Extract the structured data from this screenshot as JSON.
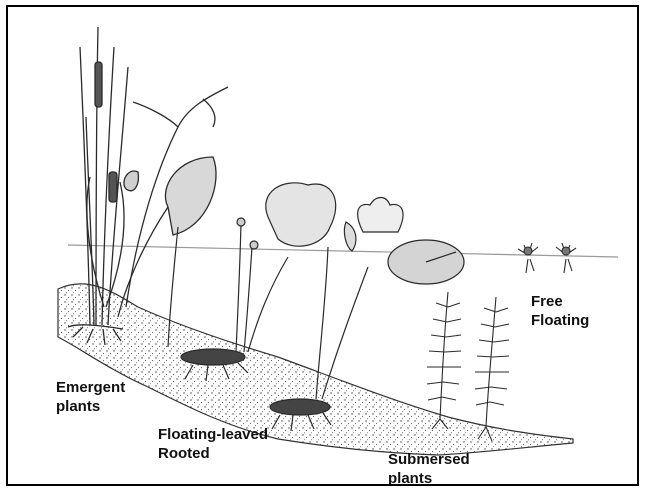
{
  "labels": {
    "emergent": {
      "line1": "Emergent",
      "line2": "plants"
    },
    "floating_leaved": {
      "line1": "Floating-leaved",
      "line2": "Rooted"
    },
    "submersed": {
      "line1": "Submersed",
      "line2": "plants"
    },
    "free_floating": {
      "line1": "Free",
      "line2": "Floating"
    }
  },
  "colors": {
    "frame_border": "#000000",
    "ink": "#2a2a2a",
    "water_line": "#888888",
    "sediment": "#555555"
  }
}
